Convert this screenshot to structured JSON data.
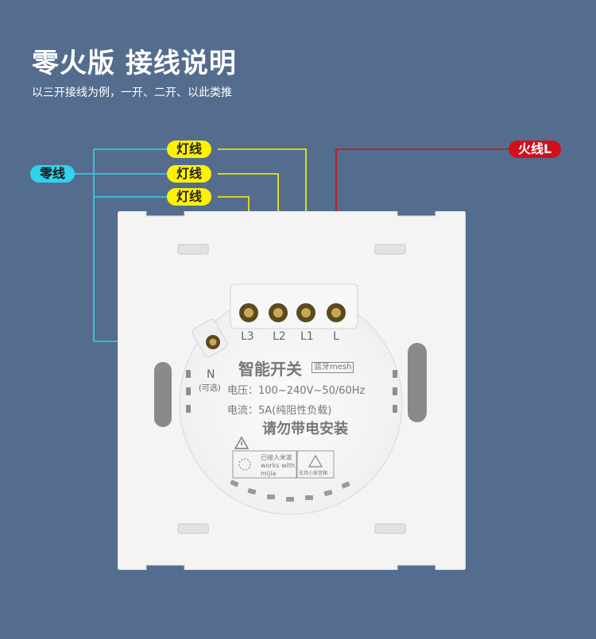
{
  "title": "零火版 接线说明",
  "subtitle": "以三开接线为例，一开、二开、以此类推",
  "tags": {
    "neutral": "零线",
    "lamp": "灯线",
    "live": "火线L"
  },
  "terminals": {
    "l3": "L3",
    "l2": "L2",
    "l1": "L1",
    "l": "L",
    "n": "N",
    "n_note": "(可选)"
  },
  "device": {
    "name": "智能开关",
    "mesh_badge": "蓝牙mesh",
    "voltage": "电压：100~240V~50/60Hz",
    "current": "电流：5A(纯阻性负载)",
    "warning": "请勿带电安装",
    "mijia_line1": "已接入米家",
    "mijia_line2": "works with",
    "mijia_line3": "mijia",
    "xiaoai": "支持小爱音箱"
  },
  "colors": {
    "background": "#546d8e",
    "lamp_wire": "#fff200",
    "neutral_wire": "#31d2ec",
    "live_wire": "#d0101b"
  }
}
